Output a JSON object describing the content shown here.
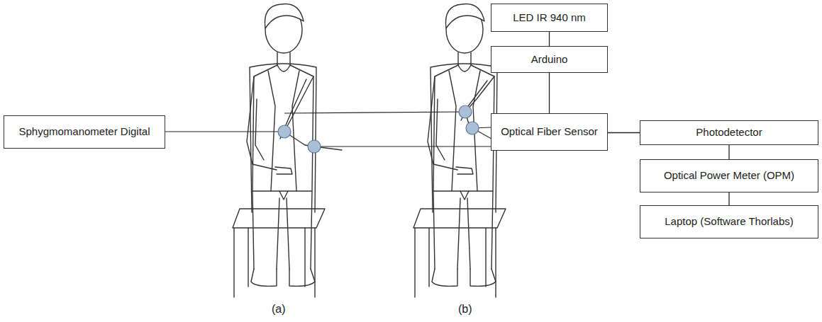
{
  "diagram": {
    "nodes": [
      {
        "text": [
          "Sphygmomanometer Digital"
        ]
      },
      {
        "text": [
          "LED IR 940 nm"
        ]
      },
      {
        "text": [
          "Arduino"
        ]
      },
      {
        "text": [
          "Optical Fiber Sensor"
        ]
      },
      {
        "text": [
          "Photodetector"
        ]
      },
      {
        "text": [
          "Optical Power Meter (OPM)"
        ]
      },
      {
        "text": [
          "Laptop (Software Thorlabs)"
        ]
      }
    ],
    "edges": [
      {
        "from": 1,
        "to": 2,
        "arrow": "none"
      },
      {
        "from": 2,
        "to": 3,
        "arrow": "none"
      },
      {
        "from": 3,
        "to": 4,
        "arrow": "none"
      },
      {
        "from": 4,
        "to": 5,
        "arrow": "none"
      },
      {
        "from": 5,
        "to": 6,
        "arrow": "none"
      }
    ],
    "labels": [
      "(a)",
      "(b)"
    ]
  }
}
